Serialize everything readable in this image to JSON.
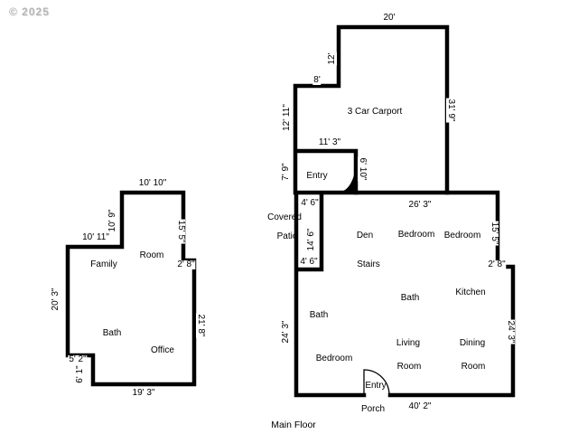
{
  "watermark": "© 2025",
  "title": "Main Floor",
  "left_house": {
    "dim_top": "10' 10\"",
    "dim_inner_v": "10' 9\"",
    "dim_inner_h": "10' 11\"",
    "dim_right_upper": "15' 5\"",
    "dim_jog": "2' 8\"",
    "dim_left": "20' 3\"",
    "dim_right": "21' 8\"",
    "dim_step_h": "5' 2\"",
    "dim_step_v": "6' 1\"",
    "dim_bottom": "19' 3\"",
    "rooms": {
      "family_line1": "Family",
      "family_line2": "Room",
      "bath": "Bath",
      "office": "Office"
    }
  },
  "carport": {
    "name": "3 Car Carport",
    "dim_top": "20'",
    "dim_left_upper": "12'",
    "dim_notch": "8'",
    "dim_left_lower": "12' 11\"",
    "dim_right": "31' 9\""
  },
  "entry_vestibule": {
    "name": "Entry",
    "dim_top": "11' 3\"",
    "dim_left": "7' 9\"",
    "dim_right": "6' 10\""
  },
  "patio": {
    "line1": "Covered",
    "line2": "Patio",
    "dim_width_top": "4' 6\"",
    "dim_length": "14' 6\"",
    "dim_width_bottom": "4' 6\""
  },
  "main_house": {
    "dim_top": "26' 3\"",
    "dim_right_upper": "15' 5\"",
    "dim_jog": "2' 8\"",
    "dim_left": "24' 3\"",
    "dim_right_lower": "24' 3\"",
    "dim_bottom": "40' 2\"",
    "rooms": {
      "den": "Den",
      "bedroom1": "Bedroom",
      "bedroom2": "Bedroom",
      "stairs": "Stairs",
      "bath_upper": "Bath",
      "kitchen": "Kitchen",
      "bath_left": "Bath",
      "bedroom3": "Bedroom",
      "living_line1": "Living",
      "living_line2": "Room",
      "dining_line1": "Dining",
      "dining_line2": "Room",
      "entry": "Entry",
      "porch": "Porch"
    }
  }
}
